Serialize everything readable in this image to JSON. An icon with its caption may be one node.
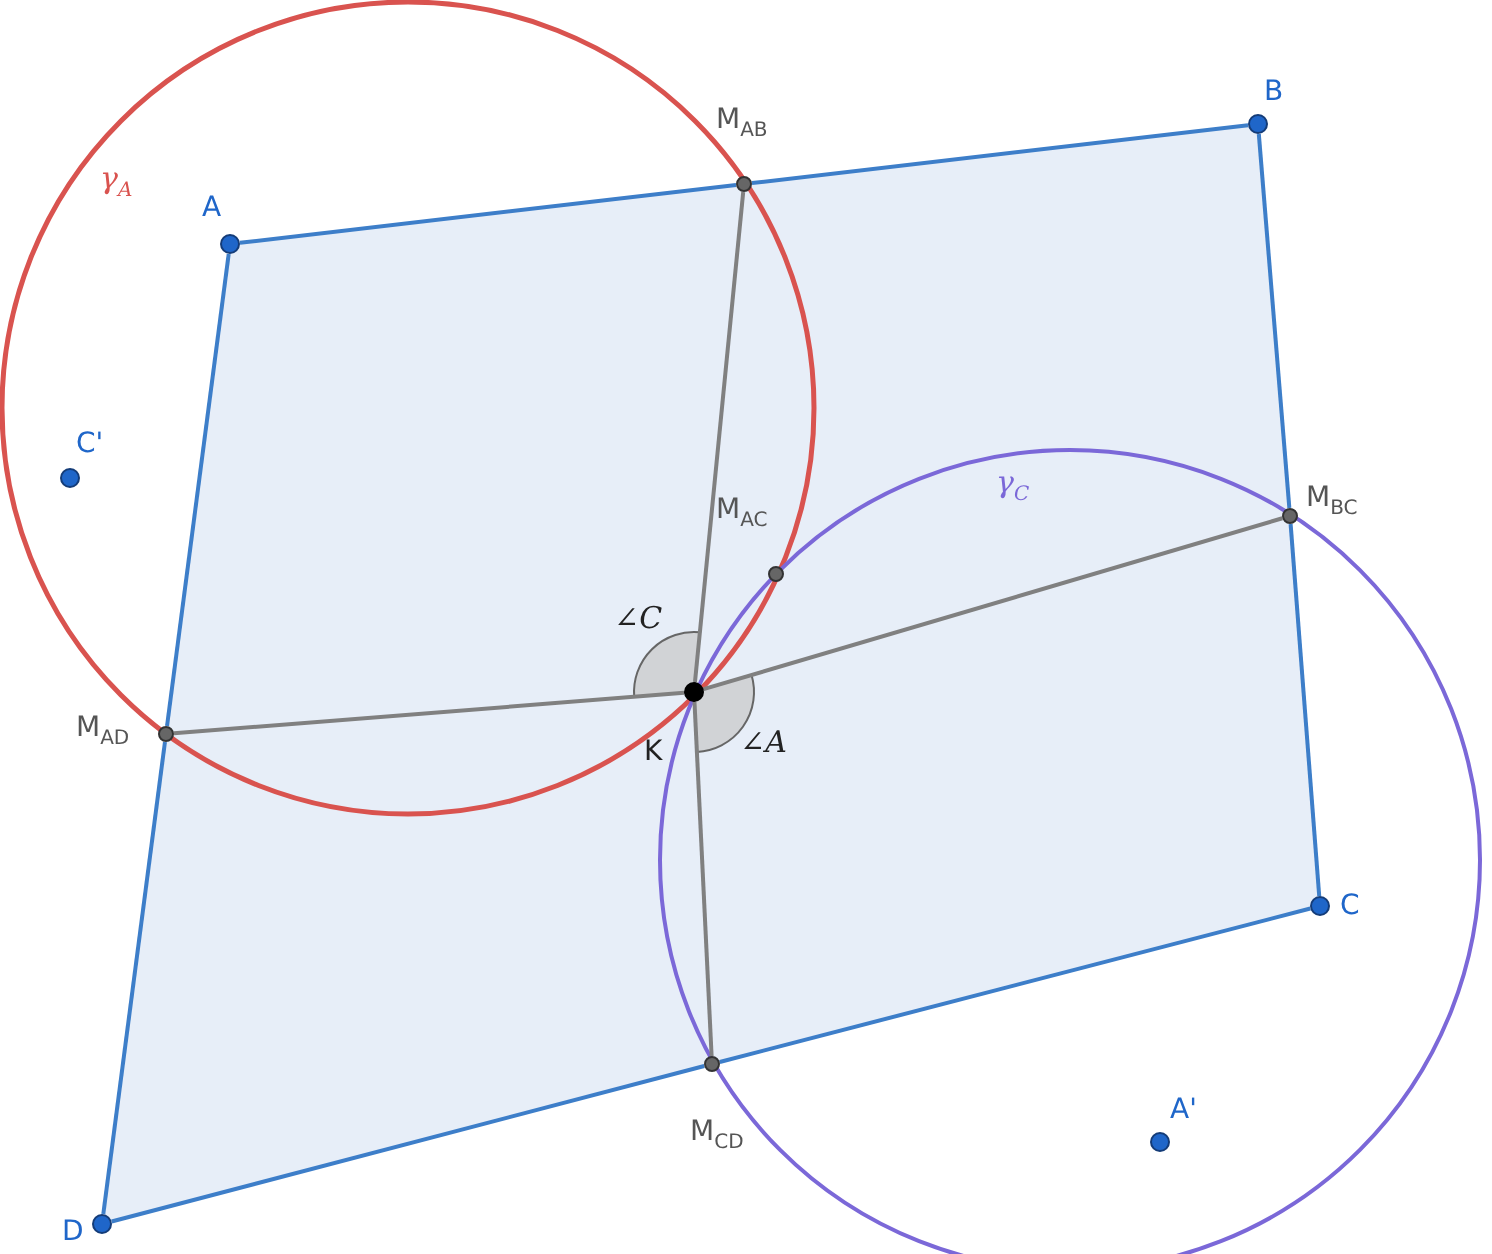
{
  "diagram": {
    "nodes": [
      {
        "text": [
          "A"
        ]
      },
      {
        "text": [
          "B"
        ]
      },
      {
        "text": [
          "C"
        ]
      },
      {
        "text": [
          "D"
        ]
      },
      {
        "text": [
          "M$_{AB}$"
        ]
      },
      {
        "text": [
          "M$_{BC}$"
        ]
      },
      {
        "text": [
          "M$_{CD}$"
        ]
      },
      {
        "text": [
          "M$_{AD}$"
        ]
      },
      {
        "text": [
          "M$_{AC}$"
        ]
      },
      {
        "text": [
          "K"
        ]
      },
      {
        "text": [
          "C'"
        ]
      },
      {
        "text": [
          "A'"
        ]
      }
    ],
    "edges": [
      {
        "from": 0,
        "to": 4,
        "arrow": "none",
        "color": "#3d7ec9"
      },
      {
        "from": 4,
        "to": 1,
        "arrow": "none",
        "color": "#3d7ec9"
      },
      {
        "from": 1,
        "to": 5,
        "arrow": "none",
        "color": "#3d7ec9"
      },
      {
        "from": 5,
        "to": 2,
        "arrow": "none",
        "color": "#3d7ec9"
      },
      {
        "from": 2,
        "to": 6,
        "arrow": "none",
        "color": "#3d7ec9"
      },
      {
        "from": 6,
        "to": 3,
        "arrow": "none",
        "color": "#3d7ec9"
      },
      {
        "from": 3,
        "to": 7,
        "arrow": "none",
        "color": "#3d7ec9"
      },
      {
        "from": 7,
        "to": 0,
        "arrow": "none",
        "color": "#3d7ec9"
      },
      {
        "from": 9,
        "to": 4,
        "arrow": "none",
        "color": "#808080"
      },
      {
        "from": 9,
        "to": 5,
        "arrow": "none",
        "color": "#808080"
      },
      {
        "from": 9,
        "to": 6,
        "arrow": "none",
        "color": "#808080"
      },
      {
        "from": 9,
        "to": 7,
        "arrow": "none",
        "color": "#808080"
      }
    ],
    "labels": [
      "γ$_{A}$",
      "γ$_{C}$",
      "∠C",
      "∠A"
    ]
  }
}
